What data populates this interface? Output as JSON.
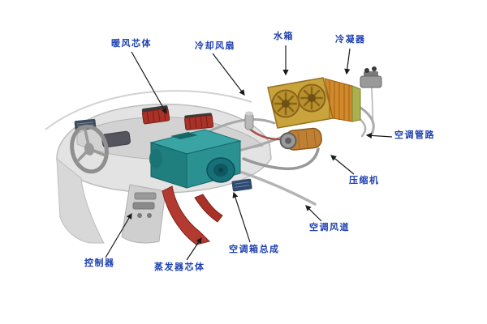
{
  "page": {
    "background": "#ffffff"
  },
  "colors": {
    "label": "#1c3fae",
    "arrow": "#1a1a1a",
    "hvac_teal": "#2a8f8f",
    "condenser_orange": "#d08a2c",
    "fan_gold": "#c9a33c",
    "duct_red": "#b23a30"
  },
  "labels": {
    "heater_core": "暖风芯体",
    "cooling_fan": "冷却风扇",
    "radiator": "水箱",
    "condenser": "冷凝器",
    "ac_pipes": "空调管路",
    "compressor": "压缩机",
    "ac_duct": "空调风道",
    "ac_box_assembly": "空调箱总成",
    "evaporator_core": "蒸发器芯体",
    "controller": "控制器"
  }
}
